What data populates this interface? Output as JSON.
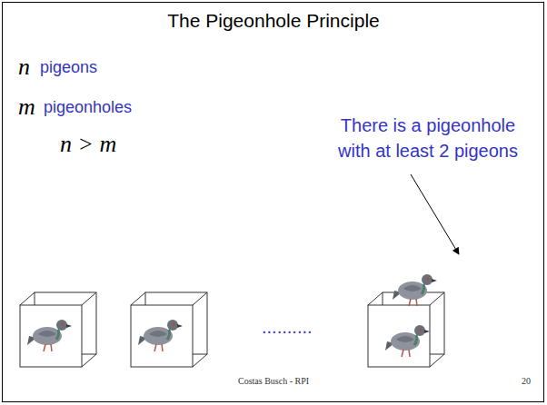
{
  "diagram": {
    "title": "The Pigeonhole Principle",
    "labels": [
      "n",
      "pigeons",
      "m",
      "pigeonholes",
      "n > m",
      "There is a pigeonhole with at least 2 pigeons",
      "..........",
      "Costas Busch - RPI",
      "20"
    ]
  }
}
